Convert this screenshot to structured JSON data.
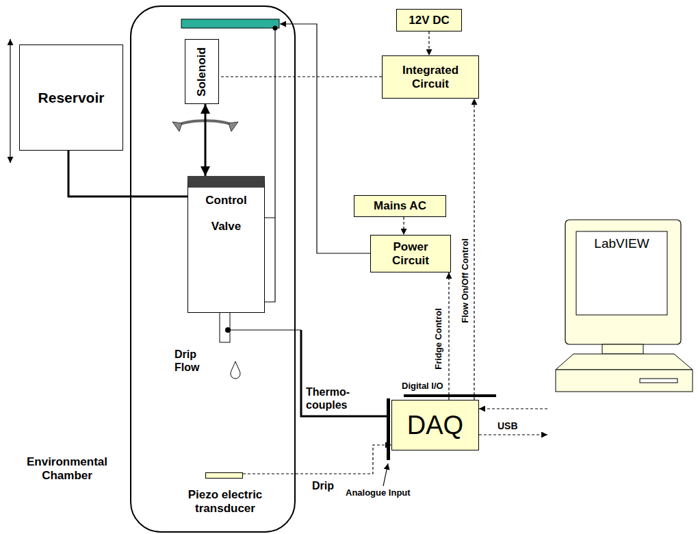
{
  "diagram": {
    "nodes": [
      {
        "text": [
          "Environmental Chamber"
        ]
      },
      {
        "text": [
          "Reservoir"
        ]
      },
      {
        "text": [
          "Solenoid"
        ],
        "in": 0
      },
      {
        "text": [
          "Control Valve"
        ],
        "in": 0
      },
      {
        "text": [
          "Piezo electric transducer"
        ],
        "in": 0
      },
      {
        "text": [
          "12V DC"
        ]
      },
      {
        "text": [
          "Integrated Circuit"
        ]
      },
      {
        "text": [
          "Mains AC"
        ]
      },
      {
        "text": [
          "Power Circuit"
        ]
      },
      {
        "text": [
          "DAQ"
        ]
      },
      {
        "text": [
          "LabVIEW"
        ]
      }
    ],
    "edges": [
      {
        "from": 5,
        "to": 6,
        "arrow": "to"
      },
      {
        "from": 6,
        "to": 2,
        "arrow": "none"
      },
      {
        "from": 1,
        "to": 3,
        "arrow": "none"
      },
      {
        "from": 2,
        "to": 3,
        "arrow": "both"
      },
      {
        "from": 7,
        "to": 8,
        "arrow": "to"
      },
      {
        "from": 9,
        "to": 8,
        "arrow": "to",
        "label": "Fridge Control"
      },
      {
        "from": 9,
        "to": 6,
        "arrow": "to",
        "label": "Flow On/Off Control"
      },
      {
        "from": 4,
        "to": 9,
        "arrow": "to",
        "label": "Drip"
      },
      {
        "from": 10,
        "to": 9,
        "arrow": "to"
      },
      {
        "from": 9,
        "to": 10,
        "arrow": "to",
        "label": "USB"
      }
    ],
    "labels": [
      "Drip Flow",
      "Thermo- couples",
      "Digital I/O",
      "Analogue Input"
    ]
  }
}
